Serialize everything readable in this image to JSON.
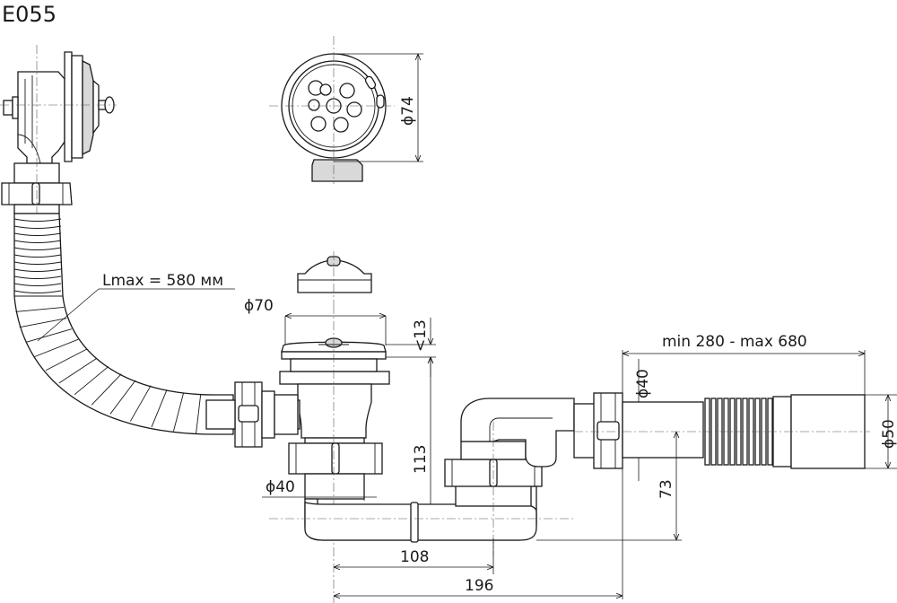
{
  "model_code": "E055",
  "hose_length_label": "Lmax = 580 мм",
  "dimensions": {
    "grate_diameter": "ϕ74",
    "cap_diameter": "ϕ70",
    "cap_height": "<13",
    "inlet_diameter": "ϕ40",
    "outlet_diameter": "ϕ40",
    "outlet_hose_diameter": "ϕ50",
    "height_113": "113",
    "height_73": "73",
    "width_108": "108",
    "width_196": "196",
    "outlet_length": "min 280 - max 680"
  }
}
